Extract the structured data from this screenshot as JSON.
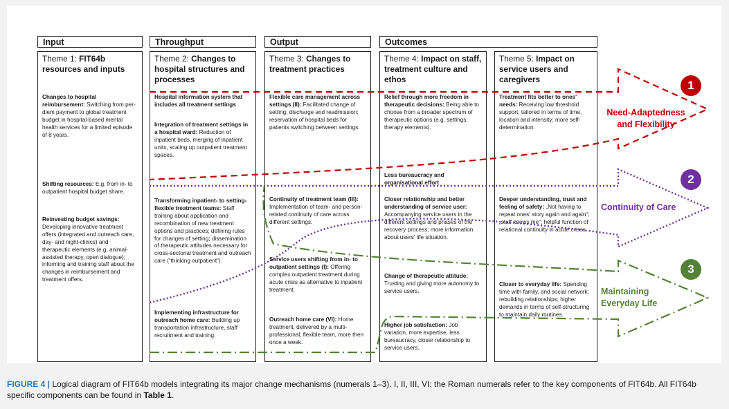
{
  "headers": [
    "Input",
    "Throughput",
    "Output",
    "Outcomes"
  ],
  "columns": [
    {
      "theme_prefix": "Theme 1: ",
      "theme_bold": "FIT64b resources and inputs",
      "blocks": [
        {
          "bold": "Changes to hospital reimbursement:",
          "text": " Switching from per-diem payment to global treatment budget in hospital-based mental health services for a limited episode of 8 years."
        },
        {
          "bold": "Shifting resources:",
          "text": " E.g. from in- to outpatient hospital budget share."
        },
        {
          "bold": "Reinvesting budget savings:",
          "text": " Developing innovative treatment offers (integrated and outreach care, day- and night-clinics) and therapeutic elements (e.g. animal-assisted therapy, open dialogue); informing and training staff about the changes in reimbursement and treatment offers."
        }
      ]
    },
    {
      "theme_prefix": "Theme 2: ",
      "theme_bold": "Changes to hospital structures and processes",
      "blocks": [
        {
          "bold": "Hospital information system that includes all treatment settings",
          "text": ""
        },
        {
          "bold": "Integration of treatment settings in a hospital ward:",
          "text": " Reduction of inpatient beds, merging of inpatient units, scaling up outpatient treatment spaces."
        },
        {
          "bold": "Transforming inpatient- to setting-flexible treatment teams:",
          "text": " Staff training about application and recombination of new treatment options and practices; defining rules for changes of setting; dissemination of therapeutic attitudes necessary for cross-sectorial treatment and outreach care (“thinking outpatient”)."
        },
        {
          "bold": "Implementing infrastructure for outreach home care:",
          "text": " Building up transportation infrastructure, staff recruitment and training."
        }
      ]
    },
    {
      "theme_prefix": "Theme 3: ",
      "theme_bold": "Changes to treatment practices",
      "blocks": [
        {
          "bold": "Flexible care management across settings (II):",
          "text": " Facilitated change of setting, discharge and readmission; reservation of hospital beds for patients switching between settings."
        },
        {
          "bold": "Continuity of treatment team (III):",
          "text": " Implementation of team- and person-related continuity of care across different settings."
        },
        {
          "bold": "Service users shifting from in- to outpatient settings (I):",
          "text": " Offering complex outpatient treatment during acute crisis as alternative to inpatient treatment."
        },
        {
          "bold": "Outreach home care (VI):",
          "text": " Home treatment, delivered by a multi-professional, flexible team, more then once a week."
        }
      ]
    },
    {
      "theme_prefix": "Theme 4: ",
      "theme_bold": "Impact on staff, treatment culture and ethos",
      "blocks": [
        {
          "bold": "Relief through more freedom in therapeutic decisions:",
          "text": " Being able to choose from a broader spectrum of therapeutic options (e.g. settings, therapy elements)."
        },
        {
          "bold": "Less bureaucracy and organisational effort",
          "text": ""
        },
        {
          "bold": "Closer relationship and better understanding of service user:",
          "text": " Accompanying service users in the different settings and phases of the recovery process; more information about users' life situation."
        },
        {
          "bold": "Change of therapeutic attitude:",
          "text": " Trusting and giving more autonomy to service users."
        },
        {
          "bold": "Higher job satisfaction:",
          "text": " Job variation, more expertise, less bureaucracy, closer relationship to service users."
        }
      ]
    },
    {
      "theme_prefix": "Theme 5: ",
      "theme_bold": "Impact on service users and caregivers",
      "blocks": [
        {
          "bold": "Treatment fits better to ones' needs:",
          "text": " Receiving low threshold support, tailored in terms of time, location and intensity; more self-determination."
        },
        {
          "bold": "Deeper understanding, trust and feeling of safety:",
          "text": " „Not having to repeat ones' story again and again“; „staff knows me“; helpful function of relational continuity in acute crises."
        },
        {
          "bold": "Closer to everyday life:",
          "text": " Spending time with family, and social network; rebuilding relationships; higher demands in terms of self-structuring to maintain daily routines."
        }
      ]
    }
  ],
  "mechanisms": [
    {
      "numeral": "1",
      "label": "Need-Adaptedness and Flexibility",
      "color": "#c00000",
      "line_color": "#c00000"
    },
    {
      "numeral": "2",
      "label": "Continuity of Care",
      "color": "#7030a0",
      "line_color": "#7030a0"
    },
    {
      "numeral": "3",
      "label": "Maintaining Everyday Life",
      "color": "#548235",
      "line_color": "#548235"
    }
  ],
  "caption": {
    "figure_label": "FIGURE 4 |",
    "text_before": " Logical diagram of FIT64b models integrating its major change mechanisms (numerals 1–3). I, II, III, VI: the Roman numerals refer to the key components of FIT64b. All FIT64b specific components can be found in ",
    "table_ref": "Table 1",
    "text_after": "."
  }
}
